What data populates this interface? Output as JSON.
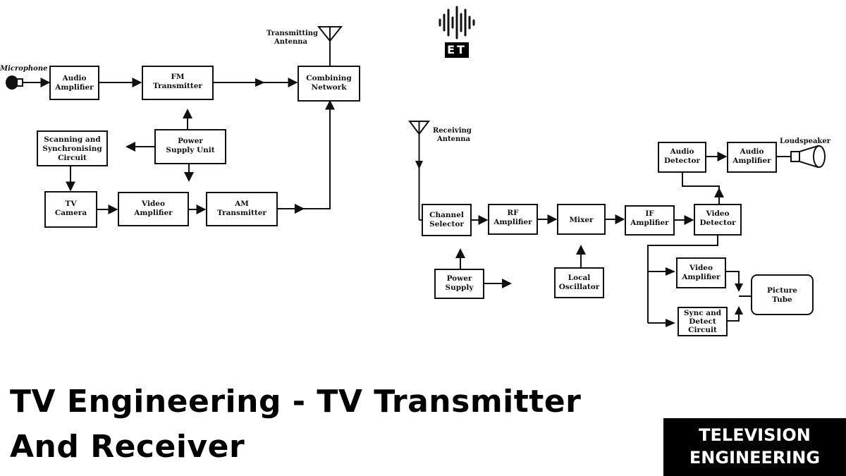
{
  "transmitter": {
    "microphone_label": "Microphone",
    "antenna_label": [
      "Transmitting",
      "Antenna"
    ],
    "audio_amplifier": [
      "Audio",
      "Amplifier"
    ],
    "fm_transmitter": [
      "FM",
      "Transmitter"
    ],
    "combining_network": [
      "Combining",
      "Network"
    ],
    "power_supply_unit": [
      "Power",
      "Supply Unit"
    ],
    "scanning_sync": [
      "Scanning and",
      "Synchronising",
      "Circuit"
    ],
    "tv_camera": [
      "TV",
      "Camera"
    ],
    "video_amplifier": [
      "Video",
      "Amplifier"
    ],
    "am_transmitter": [
      "AM",
      "Transmitter"
    ]
  },
  "receiver": {
    "antenna_label": [
      "Receiving",
      "Antenna"
    ],
    "channel_selector": [
      "Channel",
      "Selector"
    ],
    "rf_amplifier": [
      "RF",
      "Amplifier"
    ],
    "mixer": [
      "Mixer"
    ],
    "if_amplifier": [
      "IF",
      "Amplifier"
    ],
    "video_detector": [
      "Video",
      "Detector"
    ],
    "audio_detector": [
      "Audio",
      "Detector"
    ],
    "audio_amplifier": [
      "Audio",
      "Amplifier"
    ],
    "loudspeaker_label": "Loudspeaker",
    "power_supply": [
      "Power",
      "Supply"
    ],
    "local_oscillator": [
      "Local",
      "Oscillator"
    ],
    "video_amplifier": [
      "Video",
      "Amplifier"
    ],
    "sync_detect": [
      "Sync and",
      "Detect",
      "Circuit"
    ],
    "picture_tube": [
      "Picture",
      "Tube"
    ]
  },
  "headline": {
    "line1": "TV Engineering - TV Transmitter",
    "line2": "And Receiver"
  },
  "badge": {
    "line1": "TELEVISION",
    "line2": "ENGINEERING"
  },
  "logo": {
    "text": "ET"
  }
}
